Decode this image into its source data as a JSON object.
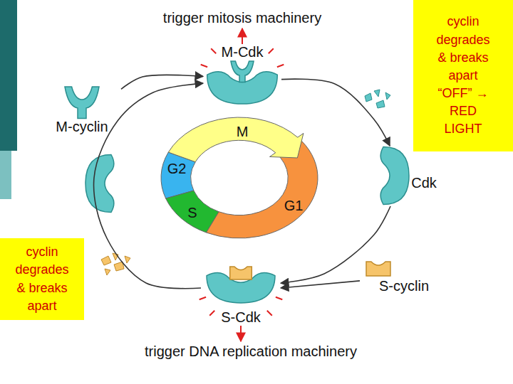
{
  "diagram": {
    "nodes": [
      {
        "text": [
          "M-Cdk"
        ]
      },
      {
        "text": [
          "M-cyclin"
        ]
      },
      {
        "text": [
          "Cdk"
        ]
      },
      {
        "text": [
          "S-cyclin"
        ]
      },
      {
        "text": [
          "S-Cdk"
        ]
      },
      {
        "text": [
          "cyclin degrades & breaks apart “OFF” → RED LIGHT"
        ]
      },
      {
        "text": [
          "cyclin degrades & breaks apart"
        ]
      },
      {
        "text": [
          "M"
        ]
      },
      {
        "text": [
          "G2"
        ]
      },
      {
        "text": [
          "S"
        ]
      },
      {
        "text": [
          "G1"
        ]
      }
    ],
    "edges": [
      {
        "from": 1,
        "to": 0,
        "arrow": "to"
      },
      {
        "from": 0,
        "to": 2,
        "arrow": "to"
      },
      {
        "from": 2,
        "to": 4,
        "arrow": "to"
      },
      {
        "from": 3,
        "to": 4,
        "arrow": "to"
      },
      {
        "from": 4,
        "to": 0,
        "arrow": "to"
      }
    ],
    "labels": [
      "trigger mitosis machinery",
      "trigger DNA replication machinery"
    ]
  }
}
